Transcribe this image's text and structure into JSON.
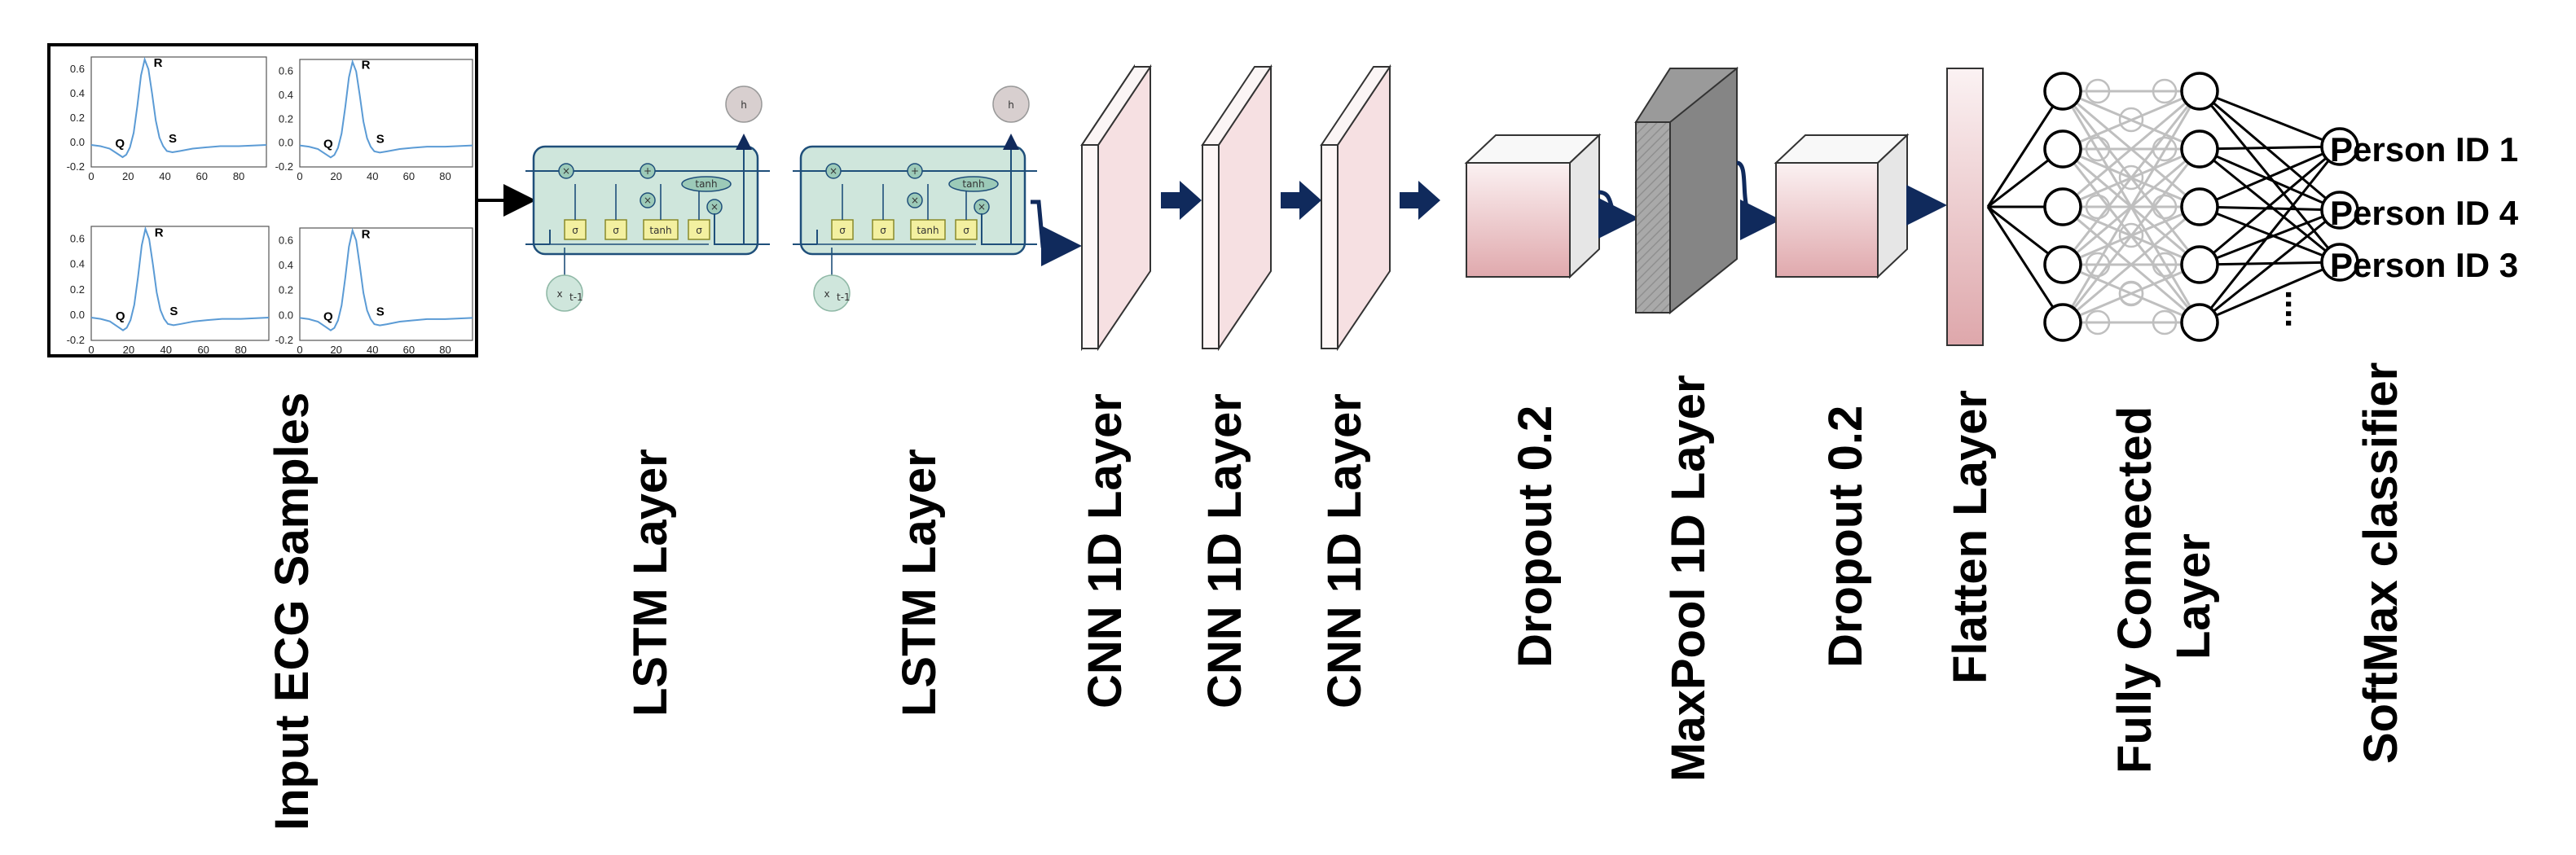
{
  "layers": {
    "input": "Input ECG Samples",
    "lstm1": "LSTM Layer",
    "lstm2": "LSTM Layer",
    "cnn1": "CNN 1D Layer",
    "cnn2": "CNN 1D Layer",
    "cnn3": "CNN 1D Layer",
    "dropout1": "Dropout 0.2",
    "maxpool": "MaxPool 1D Layer",
    "dropout2": "Dropout 0.2",
    "flatten": "Flatten Layer",
    "fc_line1": "Fully Connected",
    "fc_line2": "Layer",
    "softmax": "SoftMax classifier"
  },
  "outputs": [
    "Person ID 1",
    "Person ID 4",
    "Person ID 3"
  ],
  "outputs_more": "....",
  "ecg": {
    "peaks": {
      "q": "Q",
      "r": "R",
      "s": "S"
    },
    "plots": [
      {
        "yticks": [
          "0.6",
          "0.4",
          "0.2",
          "0.0",
          "-0.2"
        ],
        "xticks": [
          "0",
          "20",
          "40",
          "60",
          "80"
        ]
      },
      {
        "yticks": [
          "0.6",
          "0.4",
          "0.2",
          "0.0",
          "-0.2"
        ],
        "xticks": [
          "0",
          "20",
          "40",
          "60",
          "80"
        ]
      },
      {
        "yticks": [
          "0.6",
          "0.4",
          "0.2",
          "0.0",
          "-0.2"
        ],
        "xticks": [
          "0",
          "20",
          "40",
          "60",
          "80"
        ]
      },
      {
        "yticks": [
          "0.6",
          "0.4",
          "0.2",
          "0.0",
          "-0.2"
        ],
        "xticks": [
          "0",
          "20",
          "40",
          "60",
          "80"
        ]
      }
    ]
  },
  "lstm_cell": {
    "hidden": "h",
    "input": "x",
    "input_sub": "t-1",
    "gates": [
      "σ",
      "σ",
      "tanh",
      "σ"
    ],
    "op_tanh": "tanh",
    "op_mult": "×",
    "op_add": "+"
  },
  "colors": {
    "arrow": "#102a5c",
    "lstm_fill": "#cfe6dc",
    "lstm_stroke": "#1f4f7a",
    "gate_fill": "#f3f0a0",
    "cnn_front": "#f6e0e2",
    "maxpool": "#8a8a8a",
    "fc_hidden": "#bfbfbf"
  }
}
